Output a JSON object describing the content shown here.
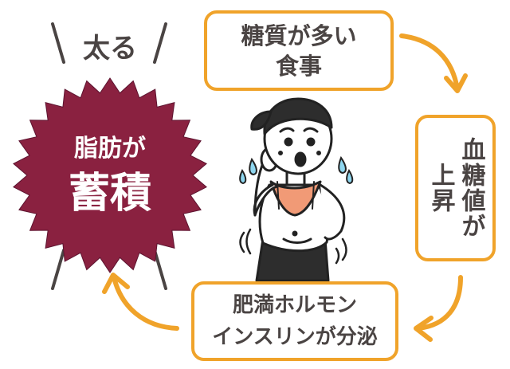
{
  "colors": {
    "accent": "#f0a32a",
    "burst": "#8a2140",
    "text": "#4a4443",
    "burst_text": "#ffffff"
  },
  "cycle": {
    "top": {
      "line1": "糖質が多い",
      "line2": "食事"
    },
    "right": {
      "col1": "血糖値が",
      "col2": "上昇"
    },
    "bottom": {
      "line1": "肥満ホルモン",
      "line2": "インスリンが分泌"
    },
    "left": {
      "heading": "太る",
      "line1": "脂肪が",
      "line2": "蓄積"
    }
  },
  "icons": [
    "arrow-right-down-icon",
    "arrow-down-left-icon",
    "arrow-up-left-icon",
    "sweating-woman-illustration"
  ]
}
